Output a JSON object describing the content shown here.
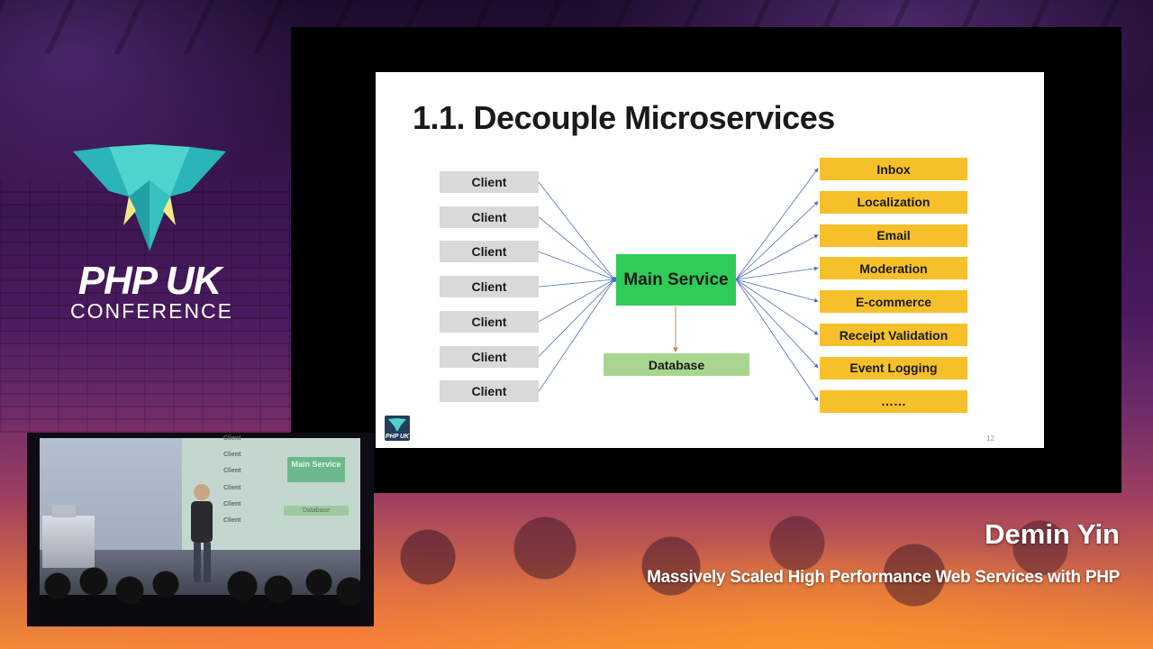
{
  "branding": {
    "title": "PHP UK",
    "subtitle": "CONFERENCE",
    "colors": {
      "teal": "#2bb5b8",
      "light_teal": "#4fd3cf",
      "tusk": "#f2e98a"
    }
  },
  "slide": {
    "title": "1.1. Decouple Microservices",
    "page_number": "12",
    "badge_text": "PHP UK",
    "clients": [
      "Client",
      "Client",
      "Client",
      "Client",
      "Client",
      "Client",
      "Client"
    ],
    "main_service": "Main Service",
    "database": "Database",
    "services": [
      "Inbox",
      "Localization",
      "Email",
      "Moderation",
      "E-commerce",
      "Receipt Validation",
      "Event Logging",
      "……"
    ],
    "colors": {
      "client": "#d9d9d9",
      "service": "#f6c02a",
      "main_service": "#2fcc5a",
      "database": "#a9d68f",
      "arrow": "#4a6fbf",
      "db_arrow": "#d07a3a"
    }
  },
  "camera_view": {
    "clients": [
      "Client",
      "Client",
      "Client",
      "Client",
      "Client",
      "Client"
    ],
    "main_service": "Main Service",
    "database": "Database"
  },
  "lower_third": {
    "speaker": "Demin Yin",
    "talk_title": "Massively Scaled High Performance Web Services with PHP"
  }
}
